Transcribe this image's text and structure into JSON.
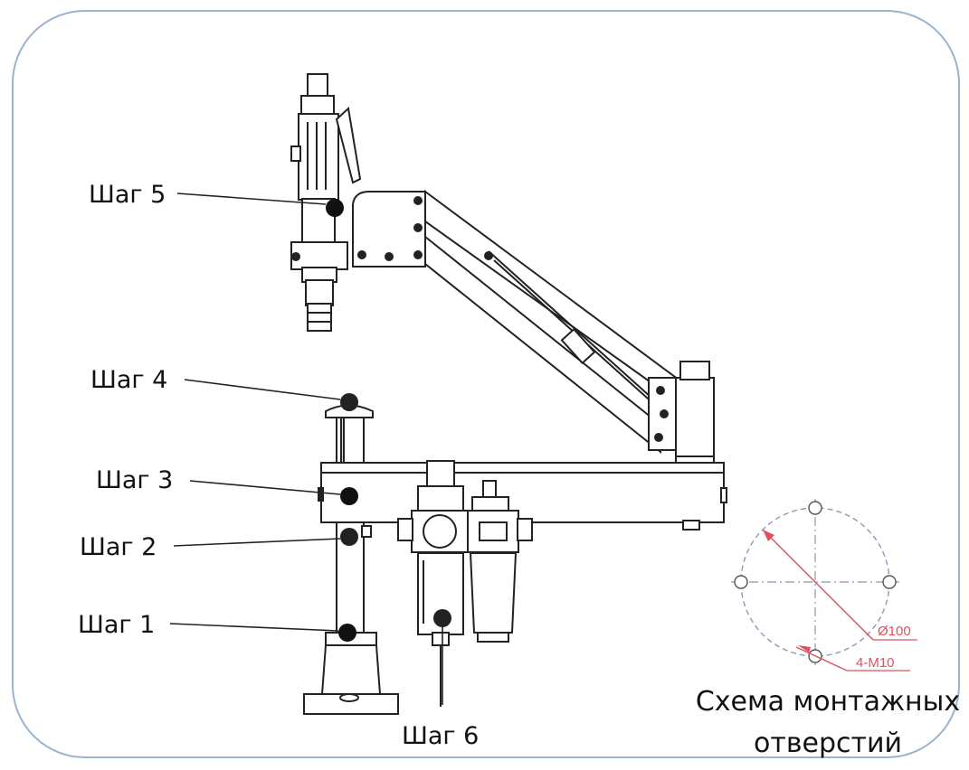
{
  "steps": [
    {
      "id": "step-5",
      "label": "Шаг 5"
    },
    {
      "id": "step-4",
      "label": "Шаг 4"
    },
    {
      "id": "step-3",
      "label": "Шаг 3"
    },
    {
      "id": "step-2",
      "label": "Шаг 2"
    },
    {
      "id": "step-1",
      "label": "Шаг 1"
    },
    {
      "id": "step-6",
      "label": "Шаг 6"
    }
  ],
  "mounting_scheme": {
    "caption_line1": "Схема монтажных",
    "caption_line2": "отверстий",
    "diameter_label": "Ø100",
    "holes_label": "4-M10"
  },
  "colors": {
    "frame_border": "#9ab3cf",
    "line": "#222222",
    "marker": "#111111",
    "dimension": "#e05060",
    "construction": "#8a99b8"
  }
}
